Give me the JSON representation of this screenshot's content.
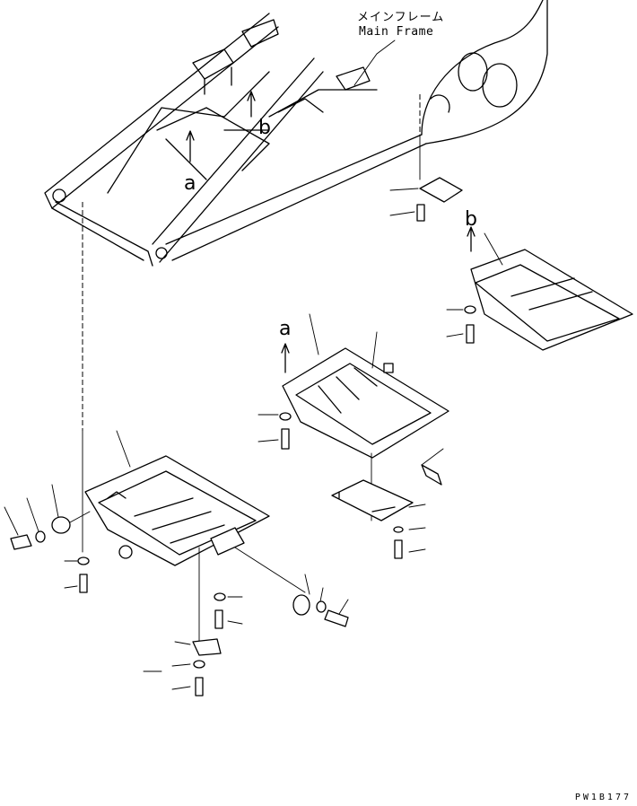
{
  "title": {
    "japanese": "メインフレーム",
    "english": "Main Frame"
  },
  "arrow_labels": {
    "a_upper": "a",
    "b_upper": "b",
    "a_lower": "a",
    "b_lower": "b"
  },
  "drawing_code": "PW1B177"
}
